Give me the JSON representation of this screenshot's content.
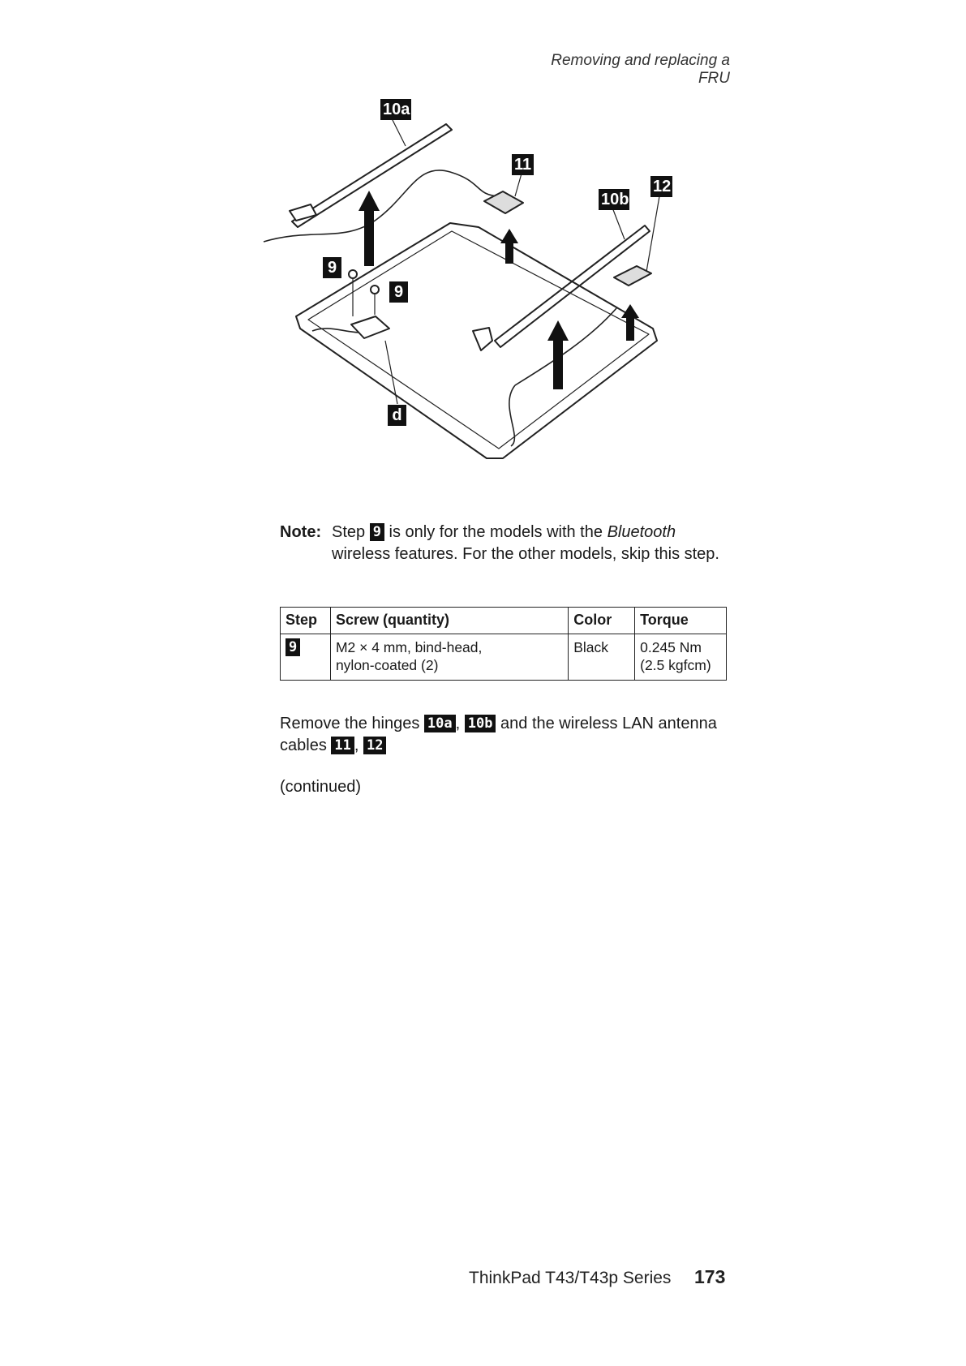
{
  "header": {
    "section_title": "Removing and replacing a FRU"
  },
  "figure": {
    "callouts": {
      "c10a": "10a",
      "c11": "11",
      "c10b": "10b",
      "c12": "12",
      "c9a": "9",
      "c9b": "9",
      "cd": "d"
    }
  },
  "note": {
    "label": "Note:",
    "text_1": "Step",
    "step_ref": "9",
    "text_2": "is only for the models with the",
    "emphasis": "Bluetooth",
    "text_3": "wireless features. For the other models, skip this step."
  },
  "table": {
    "headers": [
      "Step",
      "Screw (quantity)",
      "Color",
      "Torque"
    ],
    "rows": [
      {
        "step": "9",
        "screw_line1": "M2 × 4 mm, bind-head,",
        "screw_line2": "nylon-coated (2)",
        "color": "Black",
        "torque_line1": "0.245 Nm",
        "torque_line2": "(2.5 kgfcm)"
      }
    ]
  },
  "instruction": {
    "text_1": "Remove the hinges",
    "ref_1": "10a",
    "sep_1": ",",
    "ref_2": "10b",
    "text_2": "and the wireless LAN antenna cables",
    "ref_3": "11",
    "sep_2": ",",
    "ref_4": "12"
  },
  "continued": "(continued)",
  "footer": {
    "title": "ThinkPad T43/T43p Series",
    "page_number": "173"
  }
}
